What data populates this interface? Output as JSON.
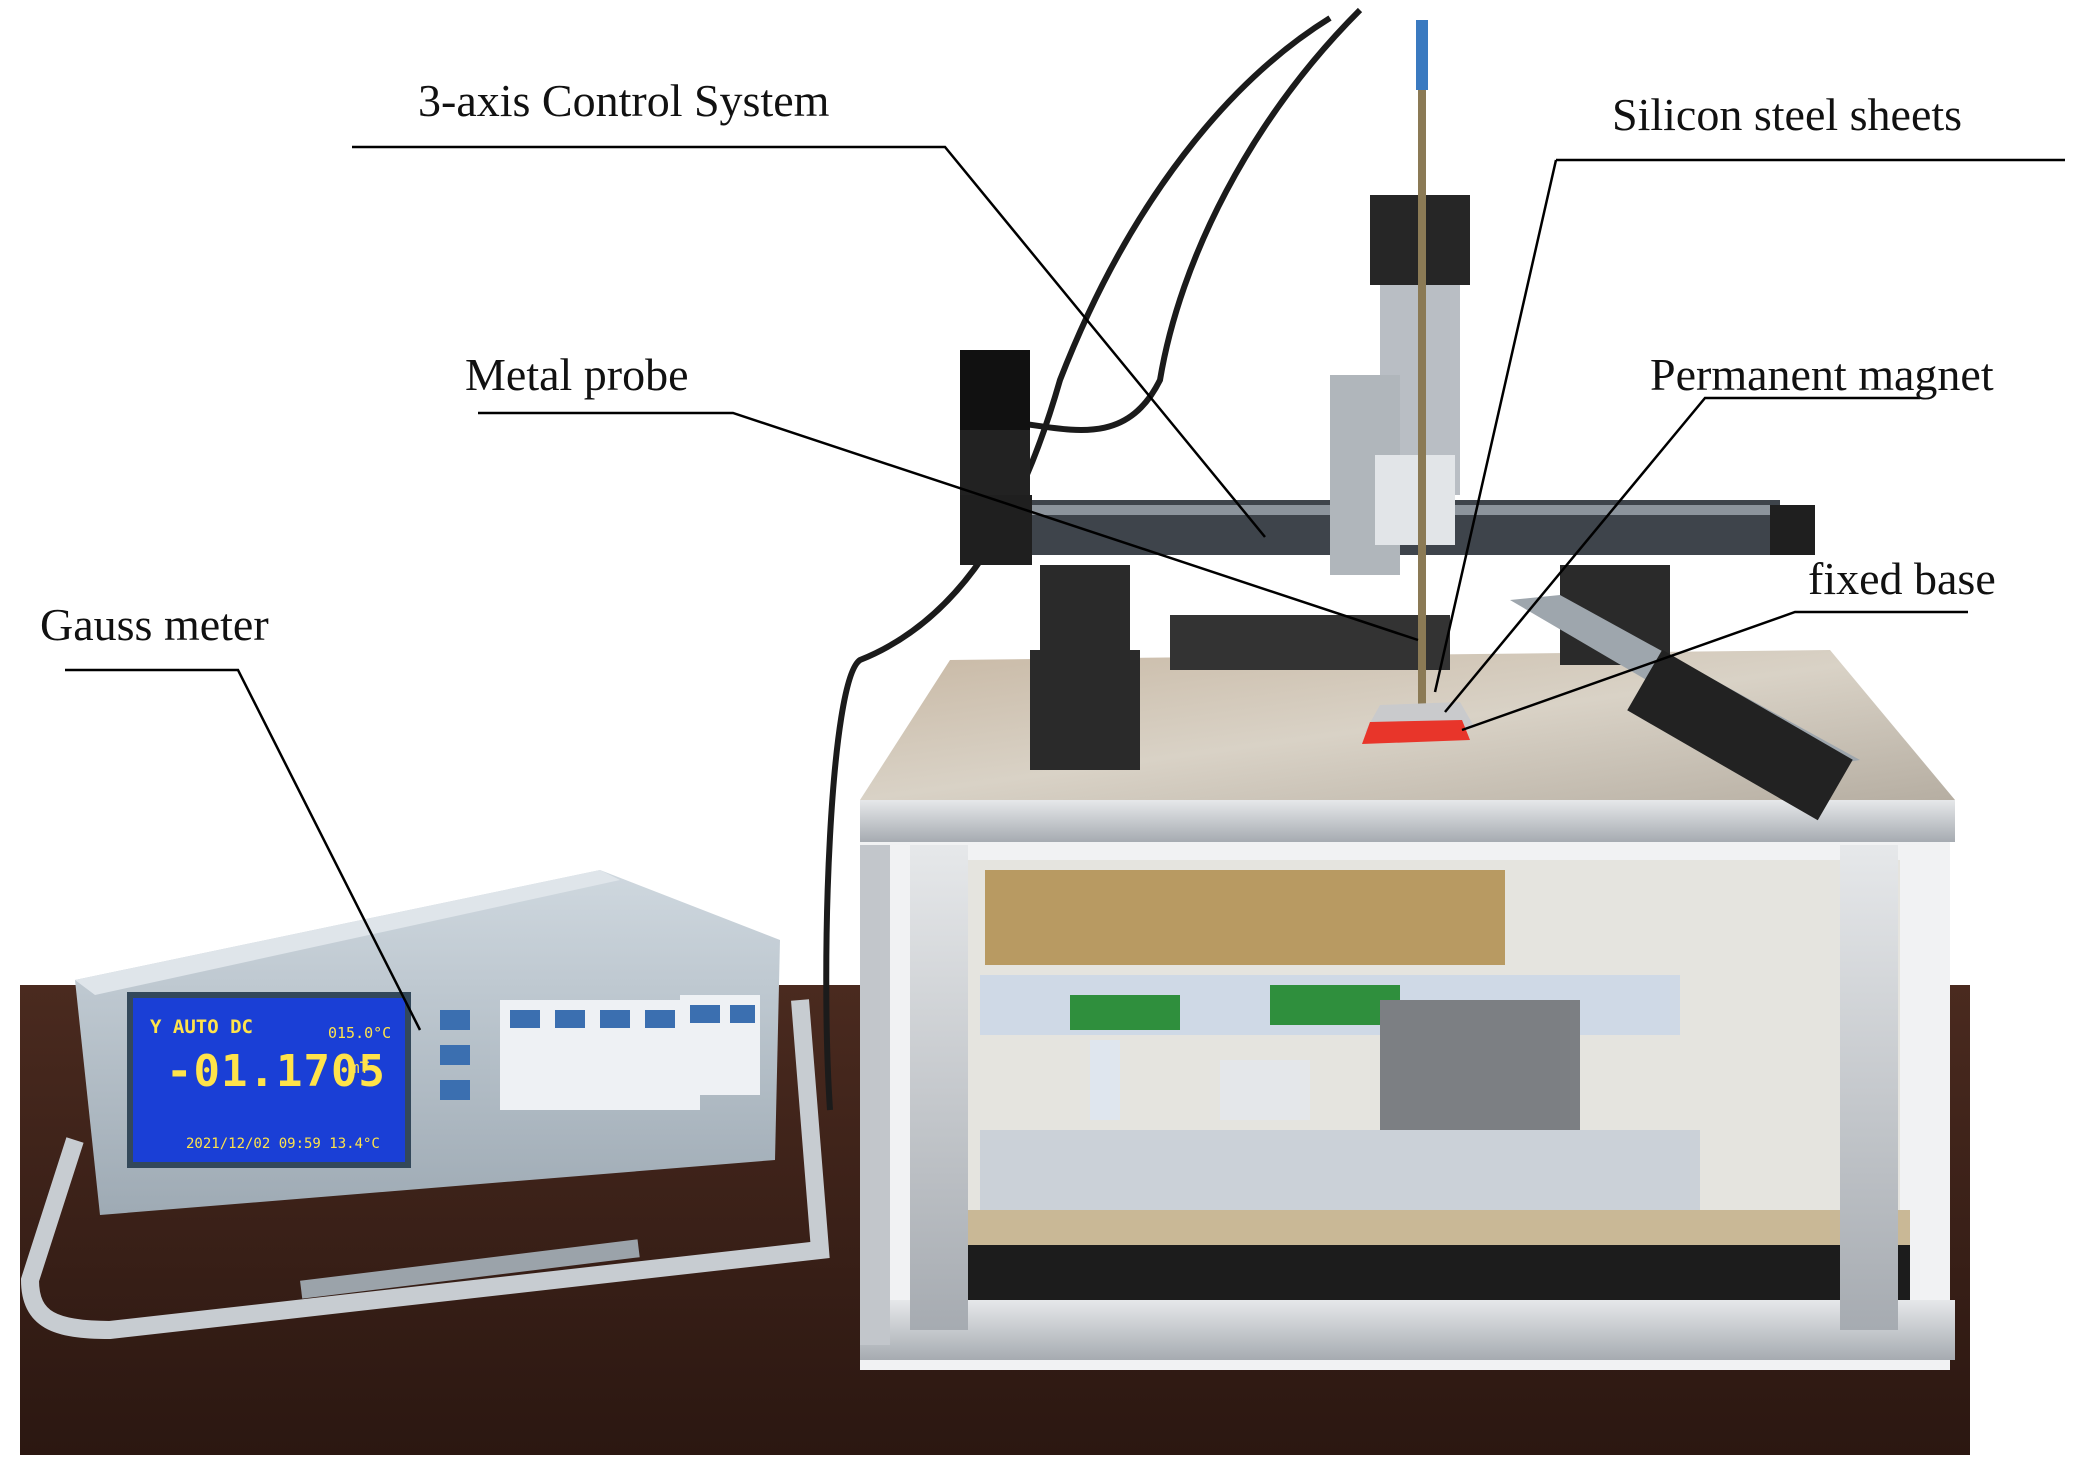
{
  "annotations": {
    "control_system": "3-axis Control System",
    "silicon_sheets": "Silicon steel sheets",
    "metal_probe": "Metal probe",
    "permanent_magnet": "Permanent magnet",
    "fixed_base": "fixed base",
    "gauss_meter": "Gauss meter"
  },
  "display": {
    "mode": "Y     AUTO     DC",
    "temp_top": "015.0°C",
    "reading": "-01.1705",
    "unit": "mT",
    "footer": "2021/12/02   09:59   13.4°C"
  },
  "colors": {
    "lcd_background": "#1a3fd6",
    "lcd_text": "#ffe34a",
    "magnet": "#e8352a",
    "table": "#3b2118",
    "frame": "#b9bec4"
  }
}
